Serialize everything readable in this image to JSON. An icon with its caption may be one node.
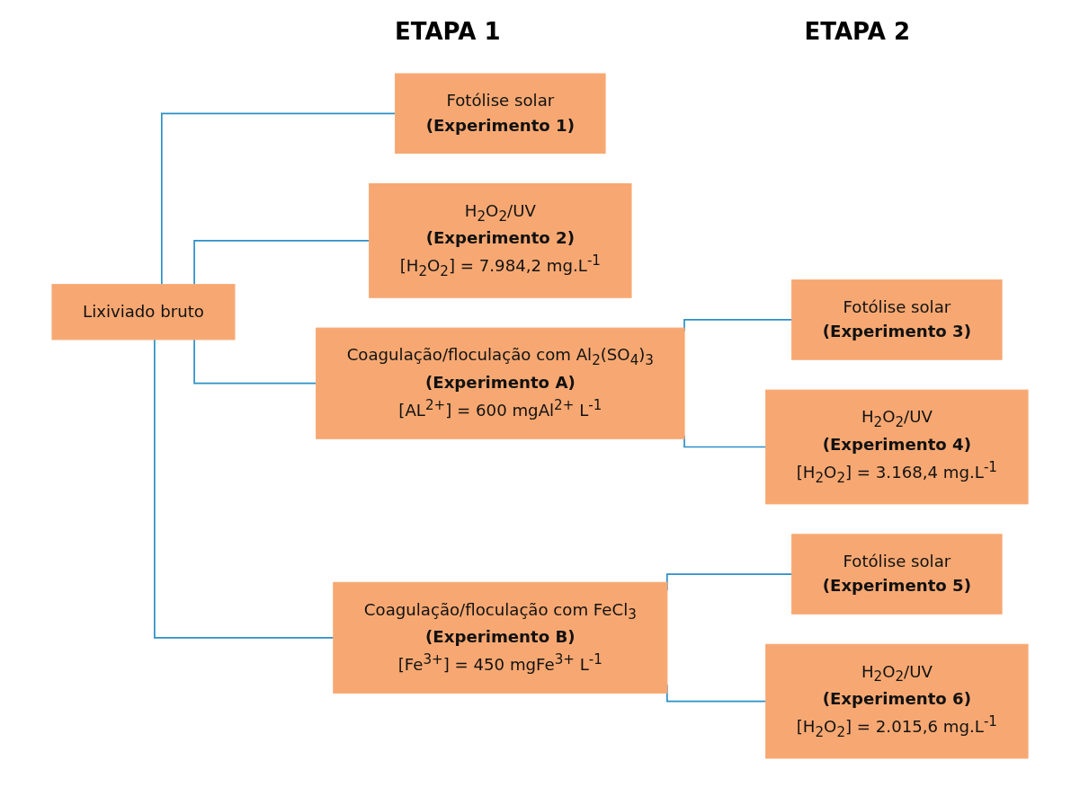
{
  "diagram": {
    "nodes": [
      {
        "text": [
          "Lixiviado bruto"
        ]
      },
      {
        "text": [
          "Fotólise solar",
          "(Experimento 1)"
        ]
      },
      {
        "text": [
          "H$_{2}$O$_{2}$/UV",
          "(Experimento 2)",
          "[H$_{2}$O$_{2}$] = 7.984,2 mg.L$^{-1}$"
        ]
      },
      {
        "text": [
          "Coagulação/floculação com Al$_{2}$(SO$_{4}$)$_{3}$",
          "(Experimento A)",
          "[AL$^{2+}$] = 600 mgAl$^{2+}$ L$^{-1}$"
        ]
      },
      {
        "text": [
          "Coagulação/floculação com FeCl$_{3}$",
          "(Experimento B)",
          "[Fe$^{3+}$] = 450 mgFe$^{3+}$ L$^{-1}$"
        ]
      },
      {
        "text": [
          "Fotólise solar",
          "(Experimento 3)"
        ]
      },
      {
        "text": [
          "H$_{2}$O$_{2}$/UV",
          "(Experimento 4)",
          "[H$_{2}$O$_{2}$] = 3.168,4 mg.L$^{-1}$"
        ]
      },
      {
        "text": [
          "Fotólise solar",
          "(Experimento 5)"
        ]
      },
      {
        "text": [
          "H$_{2}$O$_{2}$/UV",
          "(Experimento 6)",
          "[H$_{2}$O$_{2}$] = 2.015,6 mg.L$^{-1}$"
        ]
      }
    ],
    "edges": [
      {
        "from": 0,
        "to": 1,
        "arrow": "none"
      },
      {
        "from": 0,
        "to": 2,
        "arrow": "none"
      },
      {
        "from": 0,
        "to": 3,
        "arrow": "none"
      },
      {
        "from": 0,
        "to": 4,
        "arrow": "none"
      },
      {
        "from": 3,
        "to": 5,
        "arrow": "none"
      },
      {
        "from": 3,
        "to": 6,
        "arrow": "none"
      },
      {
        "from": 4,
        "to": 7,
        "arrow": "none"
      },
      {
        "from": 4,
        "to": 8,
        "arrow": "none"
      }
    ],
    "labels": [
      "ETAPA 1",
      "ETAPA 2"
    ]
  }
}
